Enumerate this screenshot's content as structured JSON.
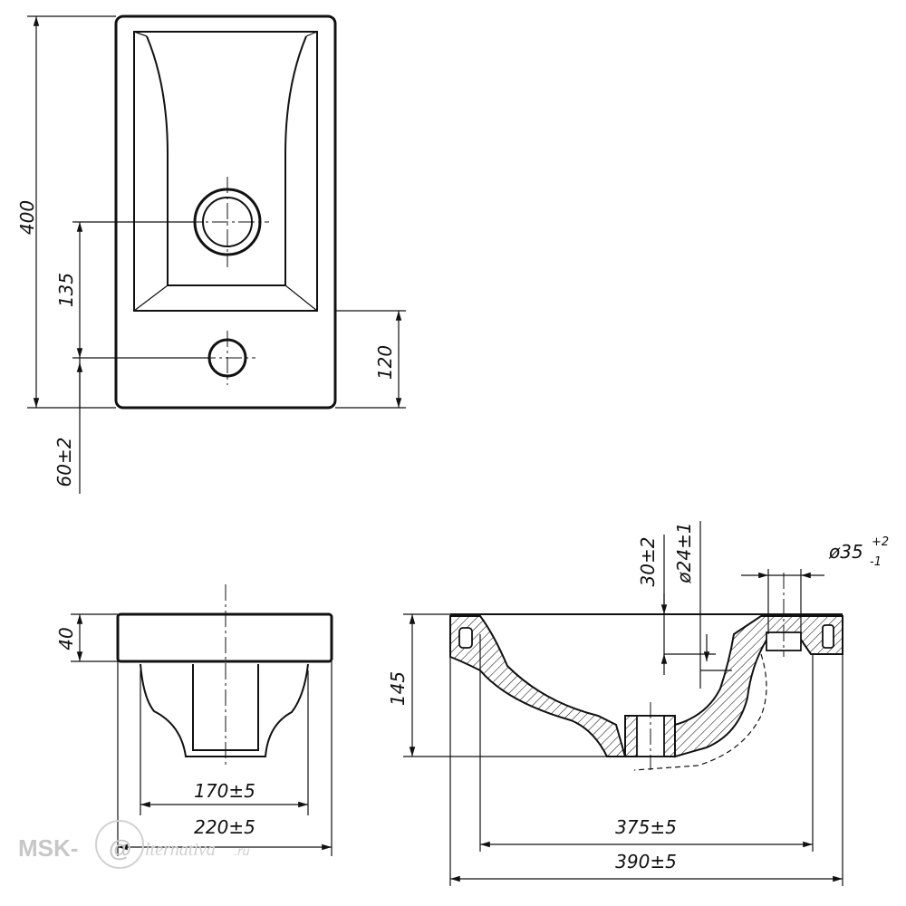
{
  "drawing": {
    "top_view": {
      "length_label": "400",
      "tap_offset_label": "135",
      "tap_edge_label": "120",
      "bottom_label": "60±2"
    },
    "front_view": {
      "height_label": "40",
      "inner_width_label": "170±5",
      "outer_width_label": "220±5"
    },
    "section_view": {
      "depth_label": "145",
      "drain_gap_label": "30±2",
      "drain_diameter_label": "ø24±1",
      "tap_hole_label": "ø35",
      "tap_hole_tol_upper": "+2",
      "tap_hole_tol_lower": "-1",
      "inner_length_label": "375±5",
      "outer_length_label": "390±5"
    }
  },
  "watermark": {
    "brand": "MSK-",
    "at_symbol": "@",
    "suffix": "lternativa",
    "domain": ".ru"
  },
  "colors": {
    "ink": "#111111",
    "watermark": "#c7c7c7"
  }
}
